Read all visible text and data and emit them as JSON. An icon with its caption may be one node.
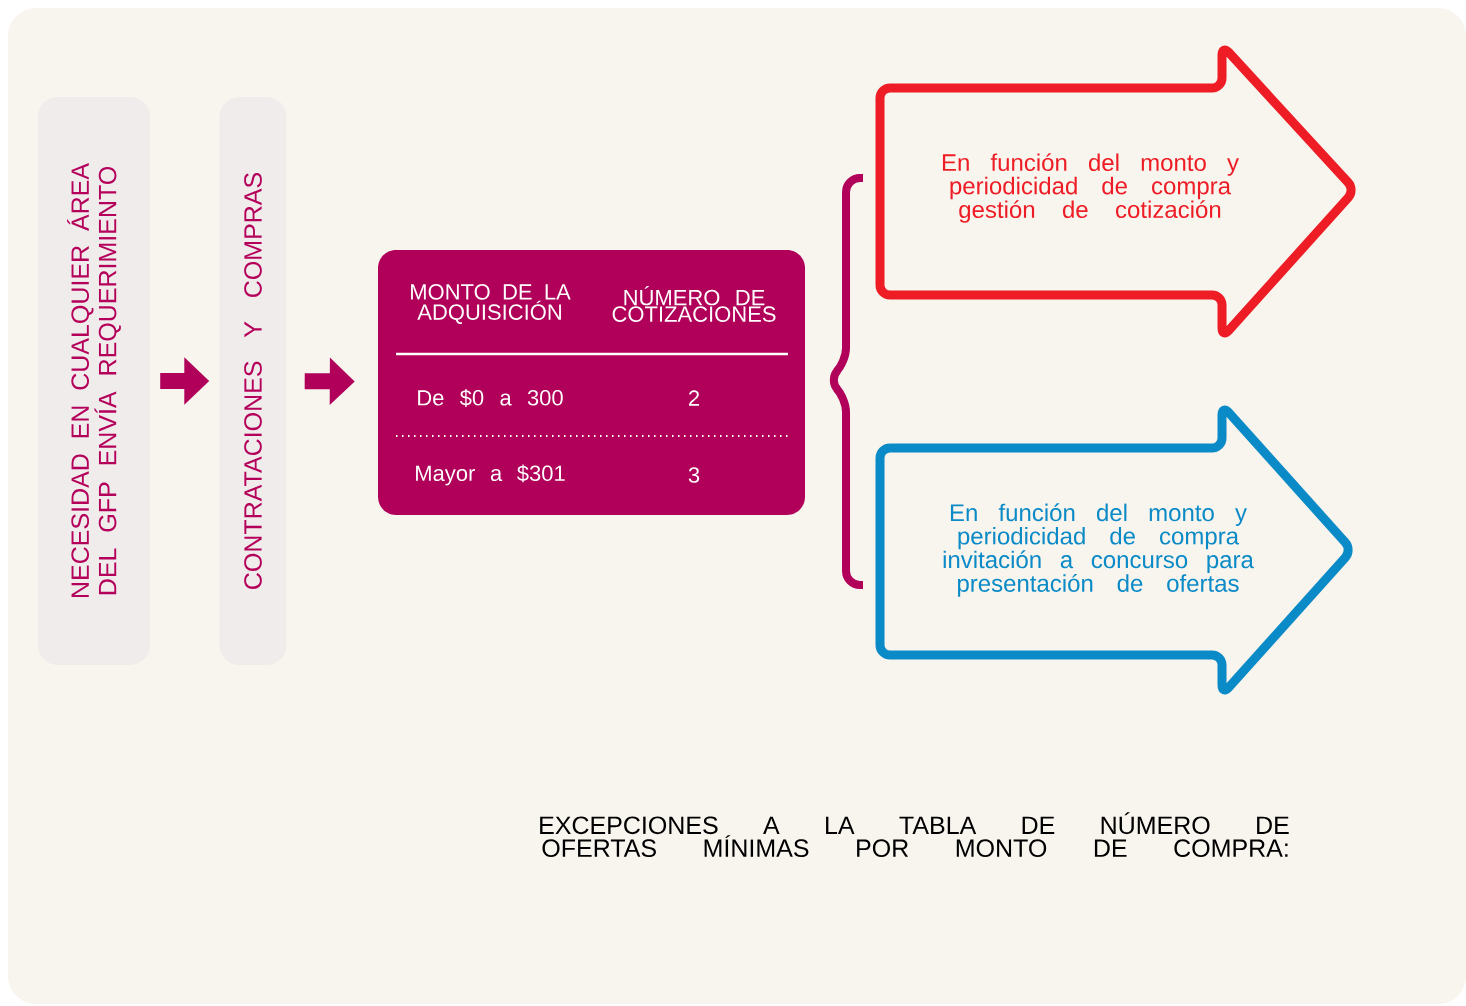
{
  "diagram": {
    "nodes": [
      {
        "text": [
          "NECESIDAD EN CUALQUIER ÁREA DEL GFP ENVÍA REQUERIMIENTO"
        ]
      },
      {
        "text": [
          "CONTRATACIONES Y COMPRAS"
        ]
      },
      {
        "text": [
          "MONTO DE LA ADQUISICIÓN",
          "NÚMERO DE COTIZACIONES",
          "De $0 a 300",
          "2",
          "Mayor a $301",
          "3"
        ]
      },
      {
        "text": [
          "En función del monto y periodicidad de compra gestión de cotización"
        ]
      },
      {
        "text": [
          "En función del monto y periodicidad de compra invitación a concurso para presentación de ofertas"
        ]
      }
    ],
    "edges": [
      {
        "from": 0,
        "to": 1,
        "arrow": "to"
      },
      {
        "from": 1,
        "to": 2,
        "arrow": "to"
      }
    ],
    "labels": [
      "EXCEPCIONES A LA TABLA DE NÚMERO DE OFERTAS MÍNIMAS POR MONTO DE COMPRA:"
    ]
  }
}
